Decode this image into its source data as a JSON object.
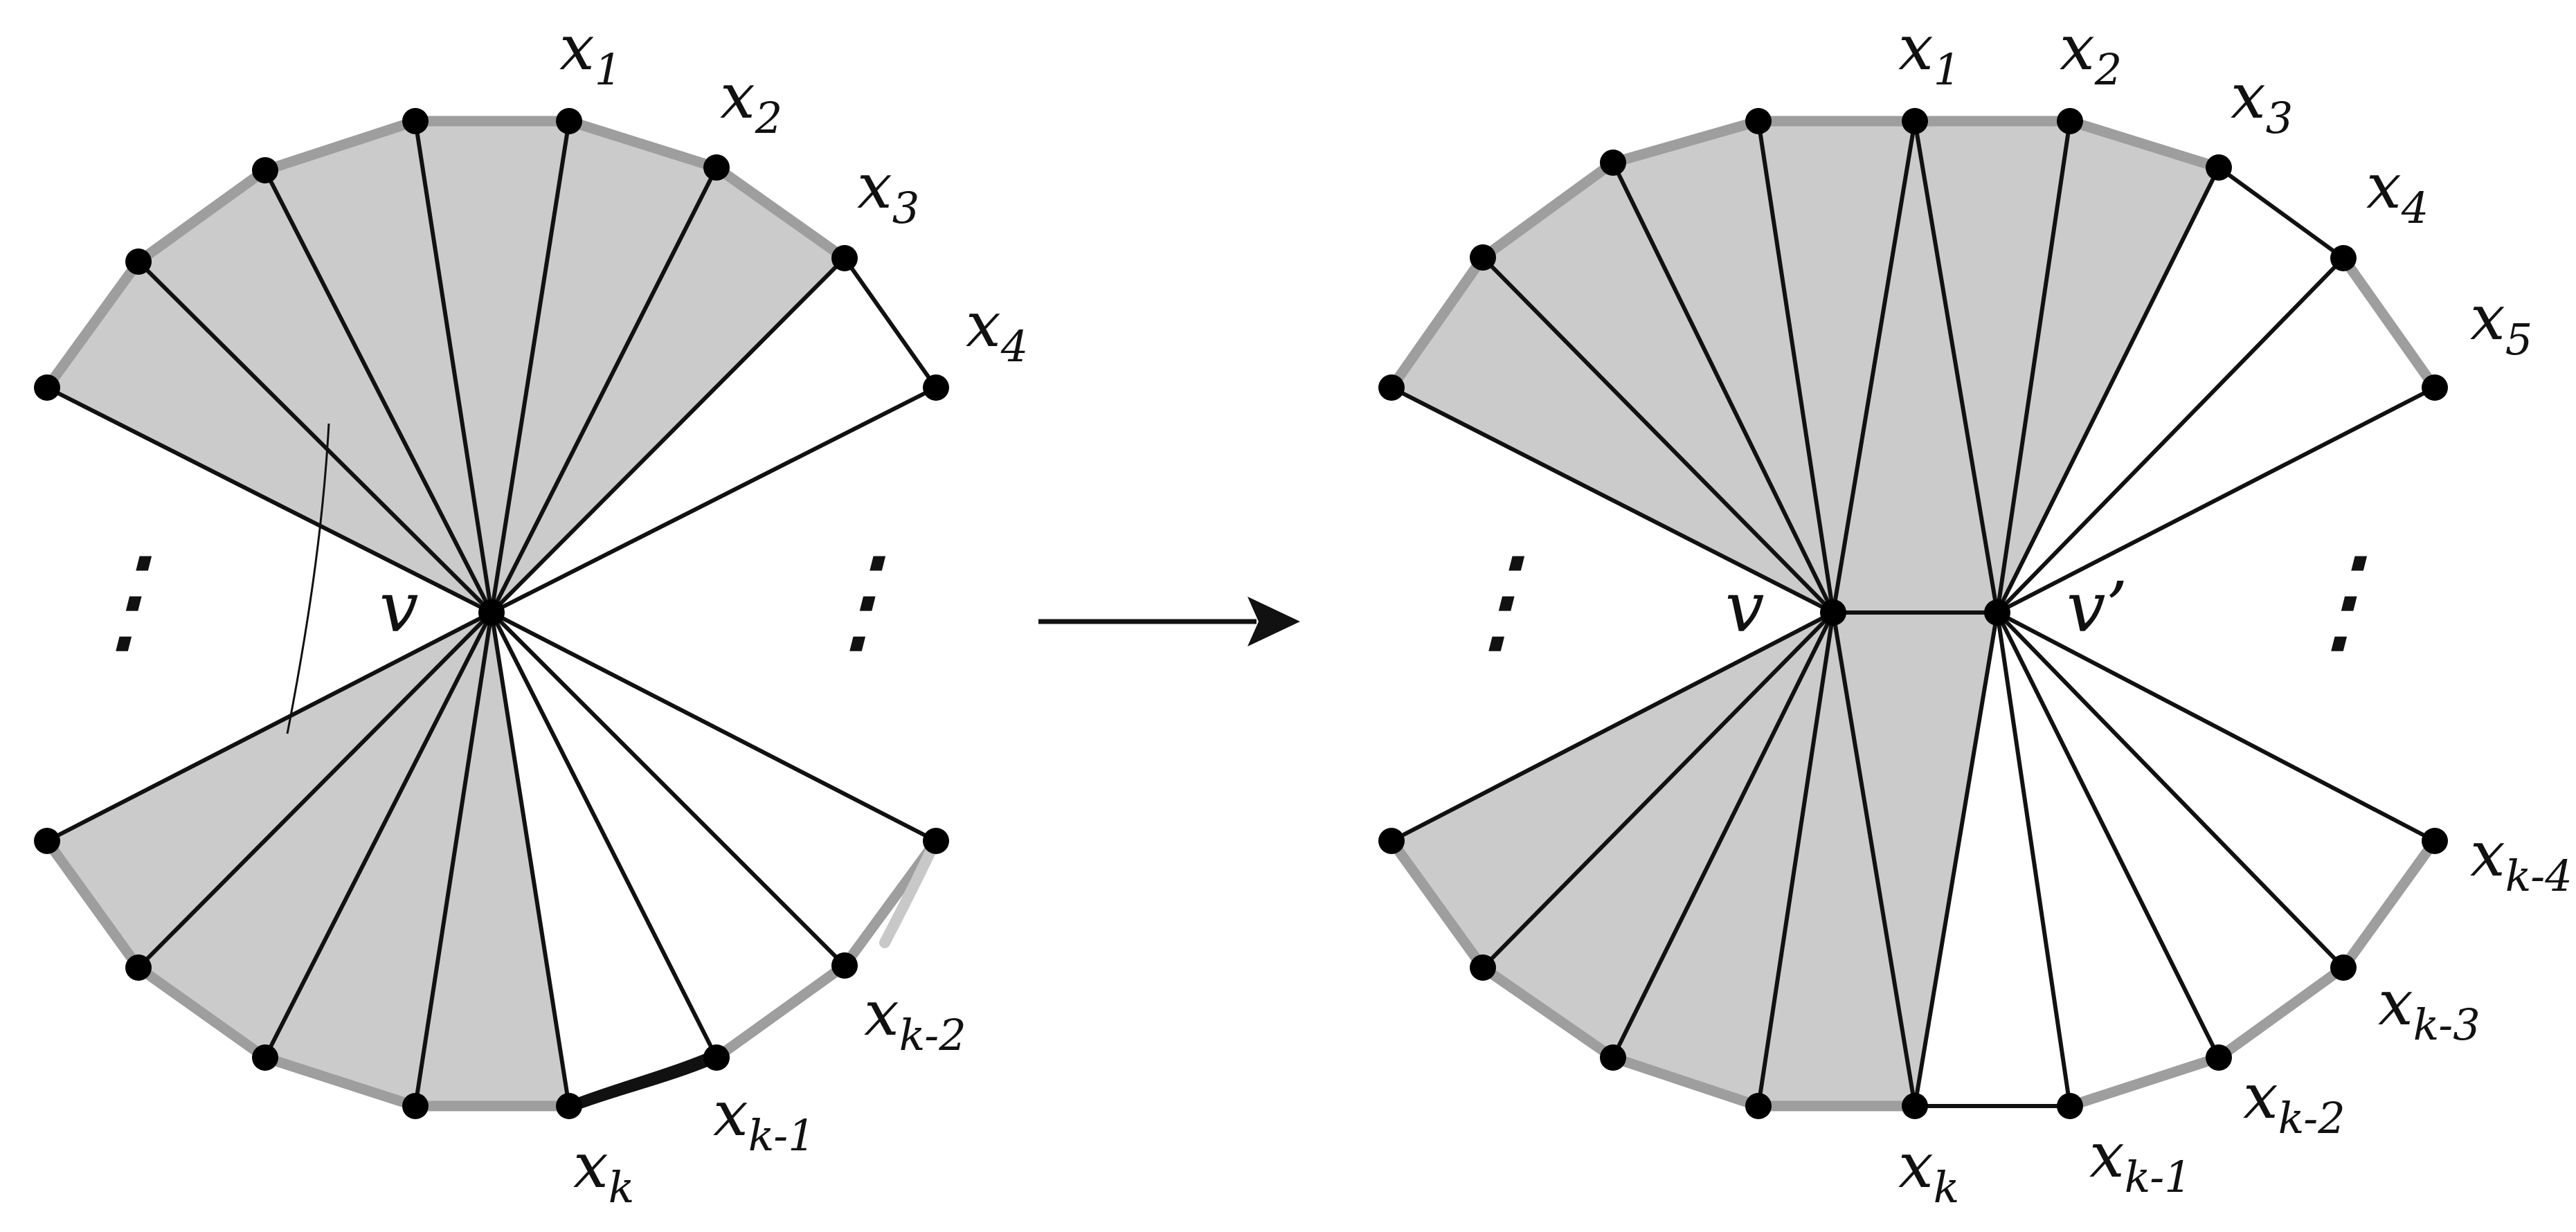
{
  "colors": {
    "fill": "#cbcbcb",
    "gray_edge": "#9e9e9e",
    "edge": "#111111",
    "vertex": "#000000"
  },
  "left": {
    "center_label": "v",
    "labels": {
      "x1": {
        "base": "x",
        "sub": "1"
      },
      "x2": {
        "base": "x",
        "sub": "2"
      },
      "x3": {
        "base": "x",
        "sub": "3"
      },
      "x4": {
        "base": "x",
        "sub": "4"
      },
      "xk": {
        "base": "x",
        "sub": "k"
      },
      "xk1": {
        "base": "x",
        "sub": "k-1"
      },
      "xk2": {
        "base": "x",
        "sub": "k-2"
      }
    },
    "ellipsis_left": "⋮",
    "ellipsis_right": "⋮"
  },
  "right": {
    "center_label": "v",
    "center2_label": "v’",
    "labels": {
      "x1": {
        "base": "x",
        "sub": "1"
      },
      "x2": {
        "base": "x",
        "sub": "2"
      },
      "x3": {
        "base": "x",
        "sub": "3"
      },
      "x4": {
        "base": "x",
        "sub": "4"
      },
      "x5": {
        "base": "x",
        "sub": "5"
      },
      "xk": {
        "base": "x",
        "sub": "k"
      },
      "xk1": {
        "base": "x",
        "sub": "k-1"
      },
      "xk2": {
        "base": "x",
        "sub": "k-2"
      },
      "xk3": {
        "base": "x",
        "sub": "k-3"
      },
      "xk4": {
        "base": "x",
        "sub": "k-4"
      }
    },
    "ellipsis_left": "⋮",
    "ellipsis_right": "⋮"
  },
  "arrow": "right-arrow"
}
